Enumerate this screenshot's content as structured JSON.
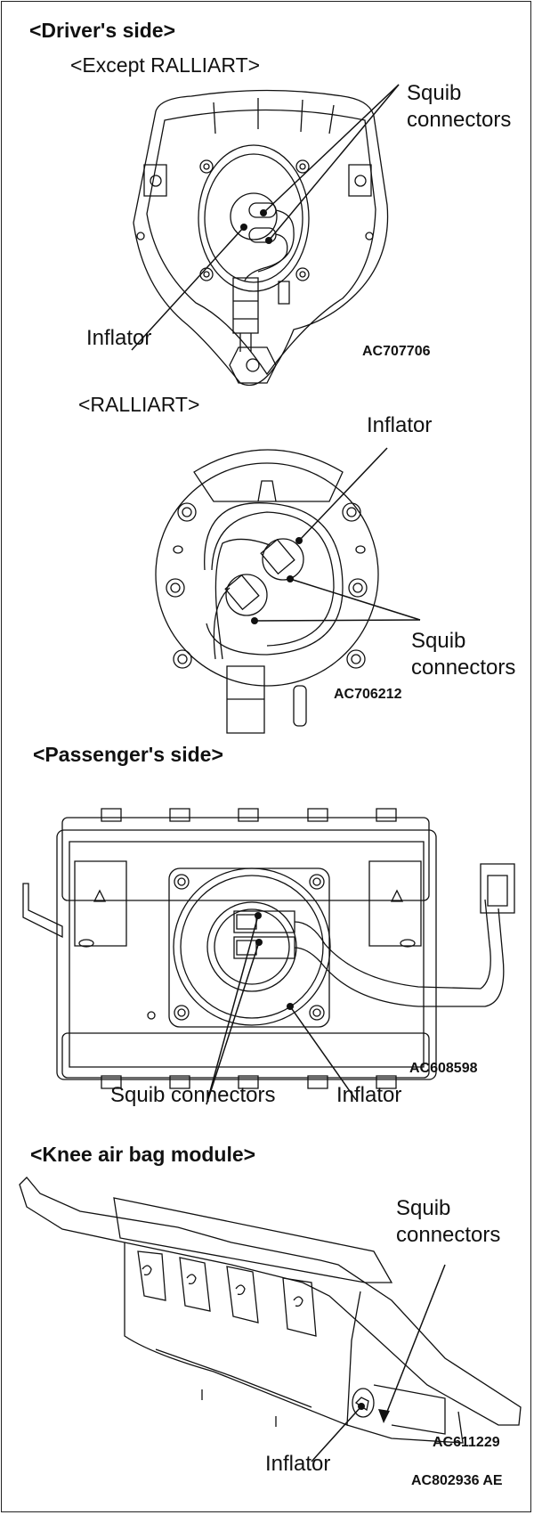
{
  "figure_id": "AC802936 AE",
  "sections": [
    {
      "heading": "<Driver's side>",
      "variants": [
        {
          "subheading": "<Except RALLIART>",
          "labels": {
            "squib": [
              "Squib",
              "connectors"
            ],
            "inflator": "Inflator"
          },
          "code": "AC707706"
        },
        {
          "subheading": "<RALLIART>",
          "labels": {
            "squib": [
              "Squib",
              "connectors"
            ],
            "inflator": "Inflator"
          },
          "code": "AC706212"
        }
      ]
    },
    {
      "heading": "<Passenger's side>",
      "labels": {
        "squib": "Squib connectors",
        "inflator": "Inflator"
      },
      "code": "AC608598"
    },
    {
      "heading": "<Knee air bag module>",
      "labels": {
        "squib": [
          "Squib",
          "connectors"
        ],
        "inflator": "Inflator"
      },
      "code": "AC611229"
    }
  ]
}
